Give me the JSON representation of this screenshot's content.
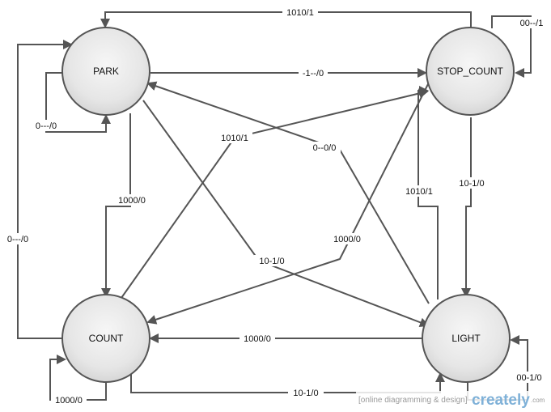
{
  "diagram": {
    "states": {
      "park": "PARK",
      "stop_count": "STOP_COUNT",
      "count": "COUNT",
      "light": "LIGHT"
    },
    "transitions": {
      "stop_to_park_top": "1010/1",
      "stop_self": "00--/1",
      "park_self_outer": "0---/0",
      "park_self_inner": "0---/0",
      "park_to_stop": "-1--/0",
      "count_to_stop": "1010/1",
      "light_to_park": "0--0/0",
      "park_to_count": "1000/0",
      "stop_to_light": "10-1/0",
      "light_to_stop": "1010/1",
      "stop_to_count": "1000/0",
      "park_to_light": "10-1/0",
      "light_to_count": "1000/0",
      "count_to_light": "10-1/0",
      "count_self": "1000/0",
      "light_self": "00-1/0"
    }
  },
  "watermark": {
    "tagline": "[online diagramming & design]",
    "brand": "creately",
    "suffix": ".com"
  }
}
